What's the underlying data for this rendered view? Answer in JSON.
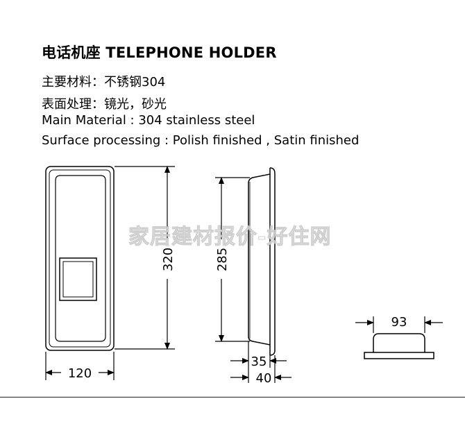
{
  "header": {
    "title": "电话机座 TELEPHONE HOLDER"
  },
  "specs": {
    "material_cn": "主要材料：不锈钢304",
    "surface_cn": "表面处理：镜光，砂光",
    "material_en": "Main Material : 304 stainless steel",
    "surface_en": "Surface processing : Polish finished , Satin finished"
  },
  "dimensions": {
    "front_width": "120",
    "front_height": "320",
    "side_height": "285",
    "side_depth_inner": "35",
    "side_depth_outer": "40",
    "top_width": "93"
  },
  "watermark": {
    "text": "家居建材报价-好住网"
  }
}
